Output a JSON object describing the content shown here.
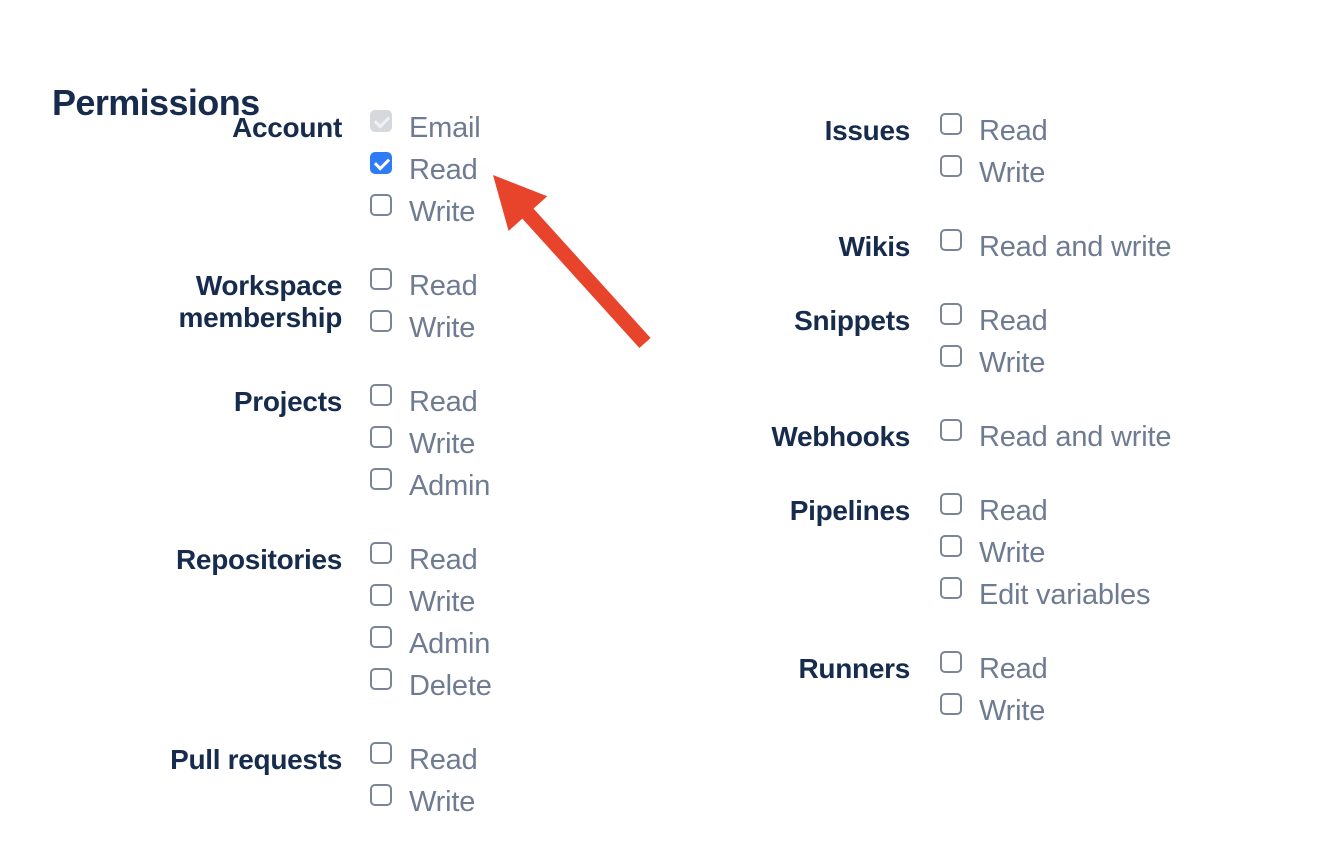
{
  "heading": "Permissions",
  "colors": {
    "heading": "#172B4D",
    "category": "#172B4D",
    "label": "#6E7B91",
    "checkbox_border": "#7A8596",
    "checkbox_checked_bg": "#2E7CF5",
    "checkbox_check": "#FFFFFF",
    "checkbox_disabled_bg": "#D5D8DD",
    "checkbox_disabled_check": "#EFF1F4",
    "arrow": "#E8432B"
  },
  "annotation": {
    "type": "red-arrow",
    "points_to": "Account Read checkbox"
  },
  "permissions": {
    "left_groups": [
      {
        "category": "Account",
        "items": [
          {
            "label": "Email",
            "checked": true,
            "disabled": true
          },
          {
            "label": "Read",
            "checked": true,
            "disabled": false
          },
          {
            "label": "Write",
            "checked": false,
            "disabled": false
          }
        ]
      },
      {
        "category": "Workspace membership",
        "items": [
          {
            "label": "Read",
            "checked": false,
            "disabled": false
          },
          {
            "label": "Write",
            "checked": false,
            "disabled": false
          }
        ]
      },
      {
        "category": "Projects",
        "items": [
          {
            "label": "Read",
            "checked": false,
            "disabled": false
          },
          {
            "label": "Write",
            "checked": false,
            "disabled": false
          },
          {
            "label": "Admin",
            "checked": false,
            "disabled": false
          }
        ]
      },
      {
        "category": "Repositories",
        "items": [
          {
            "label": "Read",
            "checked": false,
            "disabled": false
          },
          {
            "label": "Write",
            "checked": false,
            "disabled": false
          },
          {
            "label": "Admin",
            "checked": false,
            "disabled": false
          },
          {
            "label": "Delete",
            "checked": false,
            "disabled": false
          }
        ]
      },
      {
        "category": "Pull requests",
        "items": [
          {
            "label": "Read",
            "checked": false,
            "disabled": false
          },
          {
            "label": "Write",
            "checked": false,
            "disabled": false
          }
        ]
      }
    ],
    "right_groups": [
      {
        "category": "Issues",
        "items": [
          {
            "label": "Read",
            "checked": false,
            "disabled": false
          },
          {
            "label": "Write",
            "checked": false,
            "disabled": false
          }
        ]
      },
      {
        "category": "Wikis",
        "items": [
          {
            "label": "Read and write",
            "checked": false,
            "disabled": false
          }
        ]
      },
      {
        "category": "Snippets",
        "items": [
          {
            "label": "Read",
            "checked": false,
            "disabled": false
          },
          {
            "label": "Write",
            "checked": false,
            "disabled": false
          }
        ]
      },
      {
        "category": "Webhooks",
        "items": [
          {
            "label": "Read and write",
            "checked": false,
            "disabled": false
          }
        ]
      },
      {
        "category": "Pipelines",
        "items": [
          {
            "label": "Read",
            "checked": false,
            "disabled": false
          },
          {
            "label": "Write",
            "checked": false,
            "disabled": false
          },
          {
            "label": "Edit variables",
            "checked": false,
            "disabled": false
          }
        ]
      },
      {
        "category": "Runners",
        "items": [
          {
            "label": "Read",
            "checked": false,
            "disabled": false
          },
          {
            "label": "Write",
            "checked": false,
            "disabled": false
          }
        ]
      }
    ]
  }
}
